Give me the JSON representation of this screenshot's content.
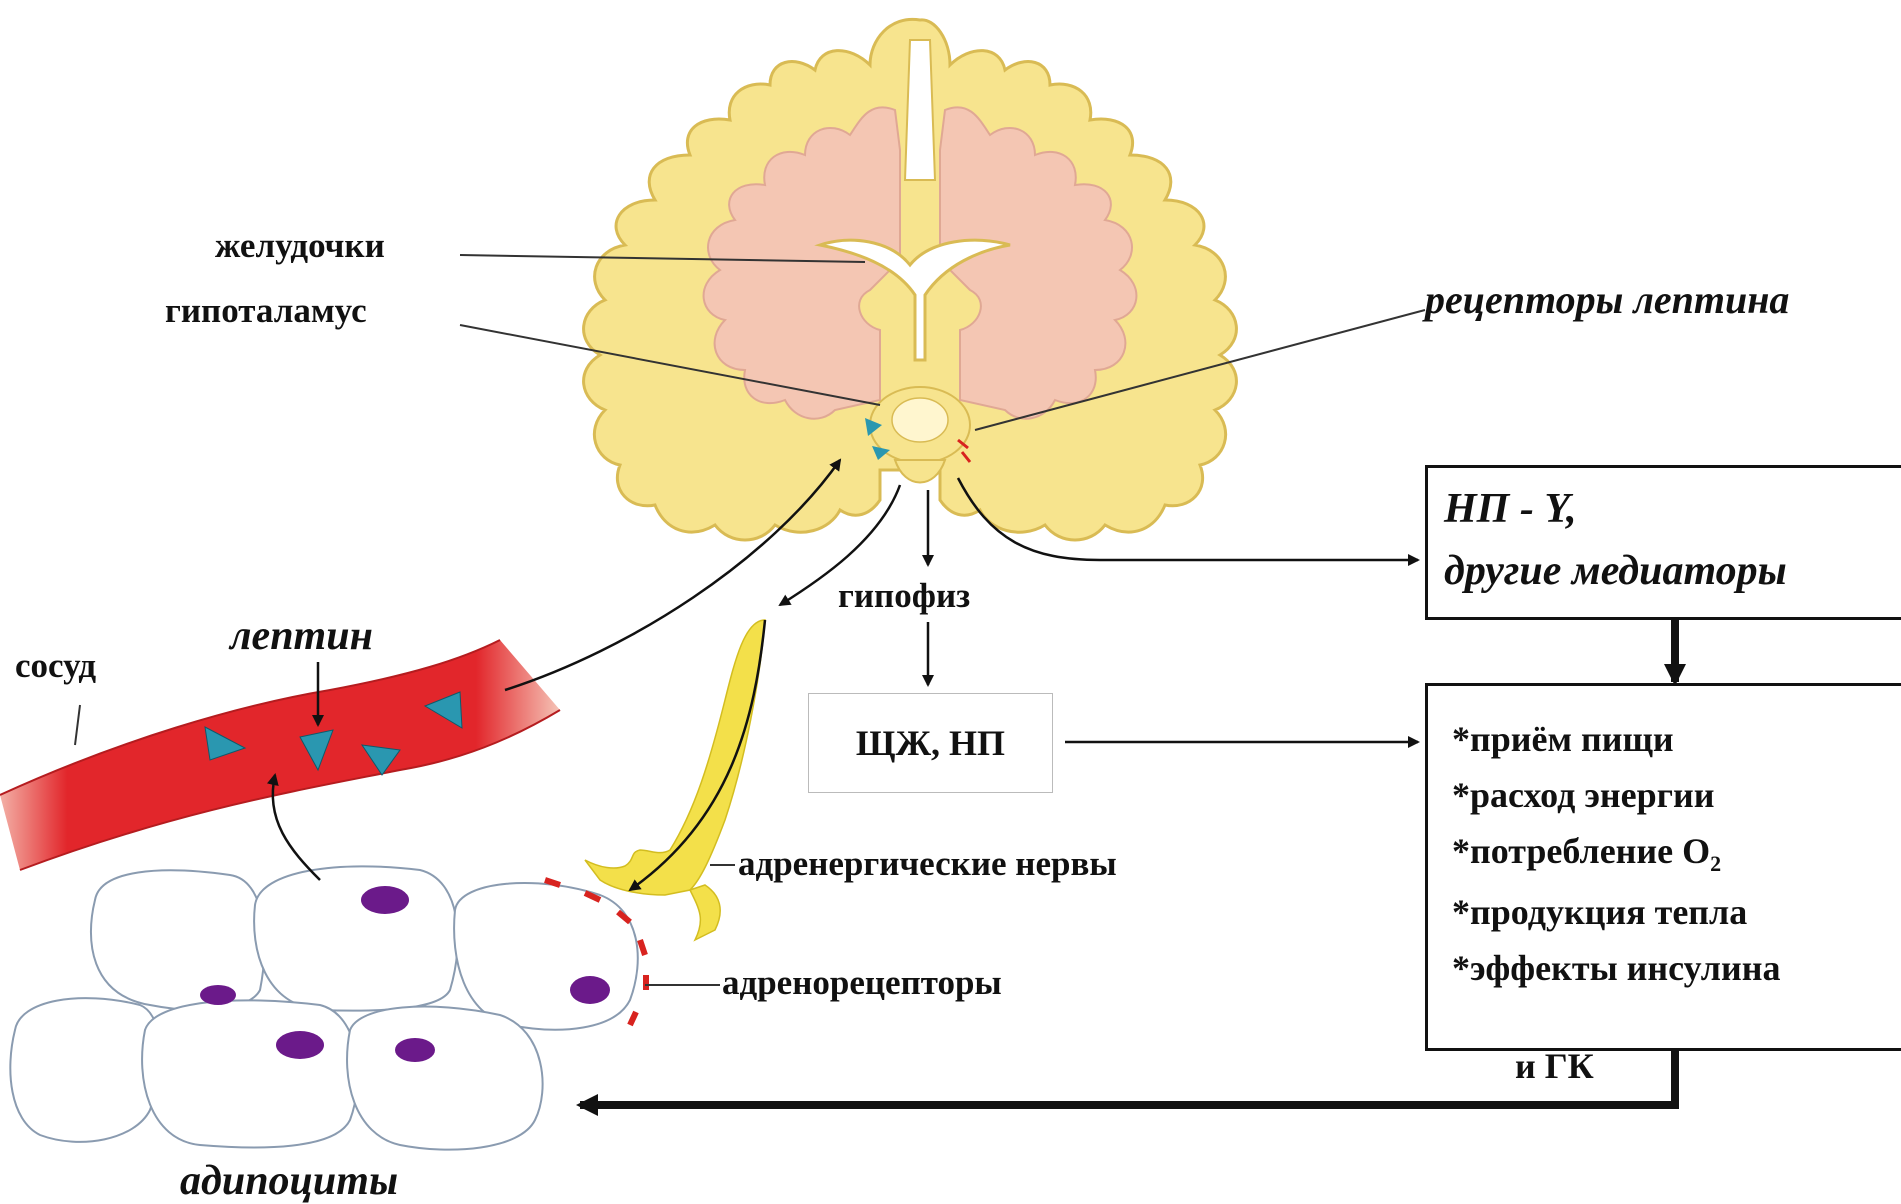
{
  "labels": {
    "ventricles": "желудочки",
    "hypothalamus": "гипоталамус",
    "leptin_receptors": "рецепторы лептина",
    "pituitary": "гипофиз",
    "vessel": "сосуд",
    "leptin": "лептин",
    "adrenergic_nerves": "адренергические нервы",
    "adrenoreceptors": "адренорецепторы",
    "adipocytes": "адипоциты",
    "thyroid_box": "ЩЖ, НП"
  },
  "mediators_box": {
    "line1": "НП - Y,",
    "line2": "другие медиаторы"
  },
  "effects_box": {
    "items": [
      {
        "star": "*",
        "text": "приём пищи"
      },
      {
        "star": "*",
        "text": "расход энергии"
      },
      {
        "star": "*",
        "text": "потребление О",
        "sub": "2"
      },
      {
        "star": "*",
        "text": "продукция тепла"
      },
      {
        "star": "*",
        "text": "эффекты инсулина"
      },
      {
        "star": "",
        "text": " и ГК"
      }
    ]
  },
  "colors": {
    "brain_cortex": "#f7e48e",
    "brain_inner": "#f4c6b3",
    "vessel_red": "#e2262b",
    "leptin_marker": "#2a97b0",
    "nucleus": "#6b1a8a",
    "adrenoreceptor": "#d8231f",
    "nerve": "#f3e04a"
  }
}
